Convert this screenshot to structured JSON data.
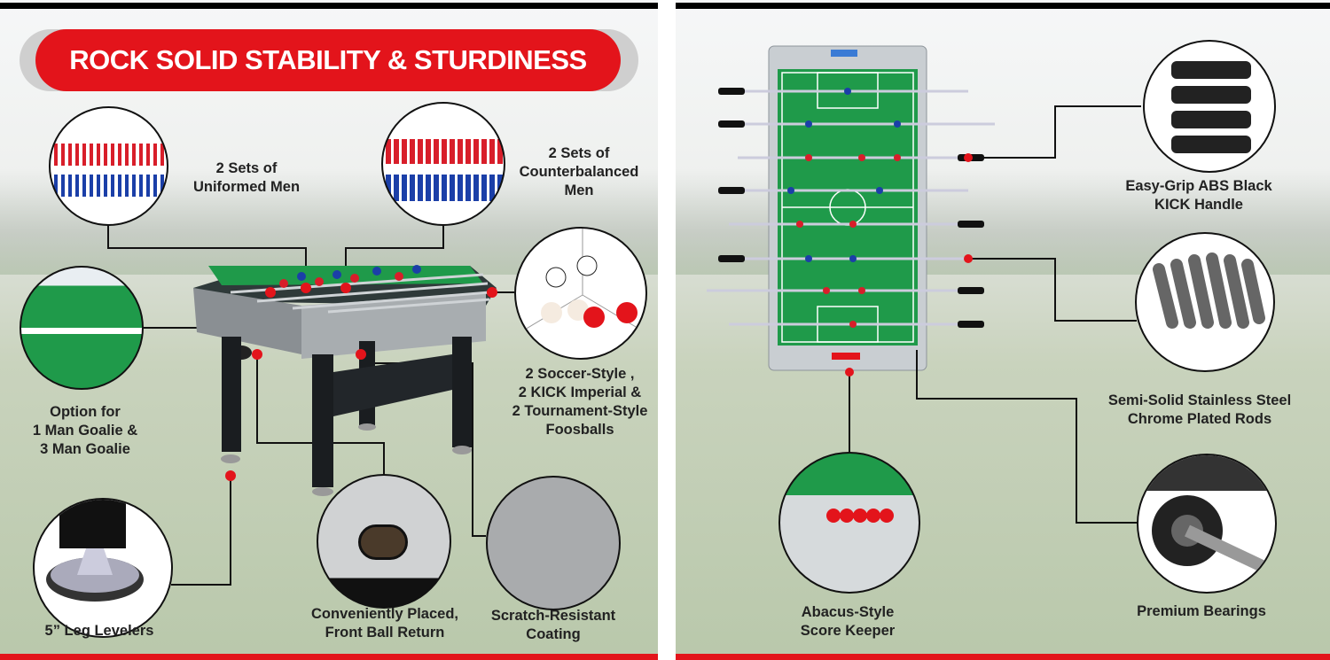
{
  "left_panel": {
    "title": "ROCK SOLID STABILITY & STURDINESS",
    "features": [
      {
        "lines": [
          "2 Sets of",
          "Uniformed Men"
        ]
      },
      {
        "lines": [
          "2 Sets of",
          "Counterbalanced",
          "Men"
        ]
      },
      {
        "lines": [
          "Option for",
          "1 Man Goalie &",
          "3 Man Goalie"
        ]
      },
      {
        "lines": [
          "2 Soccer-Style ,",
          "2 KICK Imperial &",
          "2 Tournament-Style",
          "Foosballs"
        ]
      },
      {
        "lines": [
          "5” Leg Levelers"
        ]
      },
      {
        "lines": [
          "Conveniently Placed,",
          "Front Ball Return"
        ]
      },
      {
        "lines": [
          "Scratch-Resistant",
          "Coating"
        ]
      }
    ]
  },
  "right_panel": {
    "features": [
      {
        "lines": [
          "Easy-Grip ABS Black",
          "KICK Handle"
        ]
      },
      {
        "lines": [
          "Semi-Solid Stainless Steel",
          "Chrome Plated Rods"
        ]
      },
      {
        "lines": [
          "Premium Bearings"
        ]
      },
      {
        "lines": [
          "Abacus-Style",
          "Score Keeper"
        ]
      }
    ]
  },
  "colors": {
    "accent": "#e3141b",
    "field": "#1f9a4a",
    "team_red": "#d81e2a",
    "team_blue": "#1b3fa8"
  }
}
